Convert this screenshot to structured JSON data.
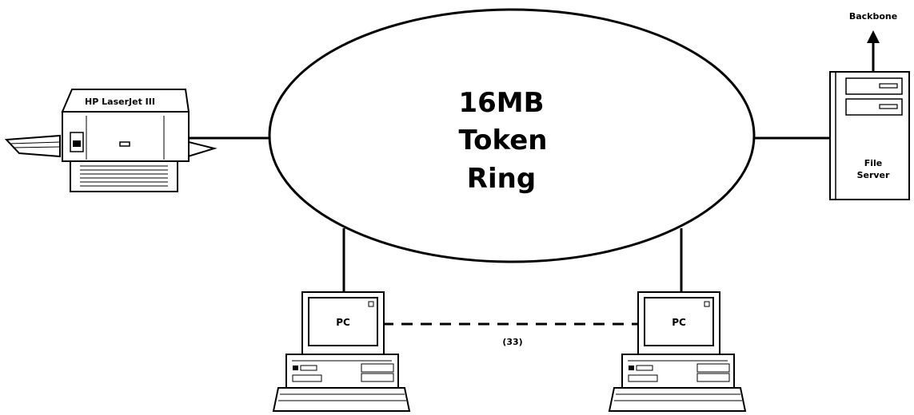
{
  "ring": {
    "line1": "16MB",
    "line2": "Token",
    "line3": "Ring"
  },
  "printer": {
    "label": "HP LaserJet III"
  },
  "server": {
    "label_line1": "File",
    "label_line2": "Server",
    "uplink": "Backbone"
  },
  "pcs": [
    {
      "label": "PC"
    },
    {
      "label": "PC"
    }
  ],
  "link": {
    "label": "(33)"
  }
}
